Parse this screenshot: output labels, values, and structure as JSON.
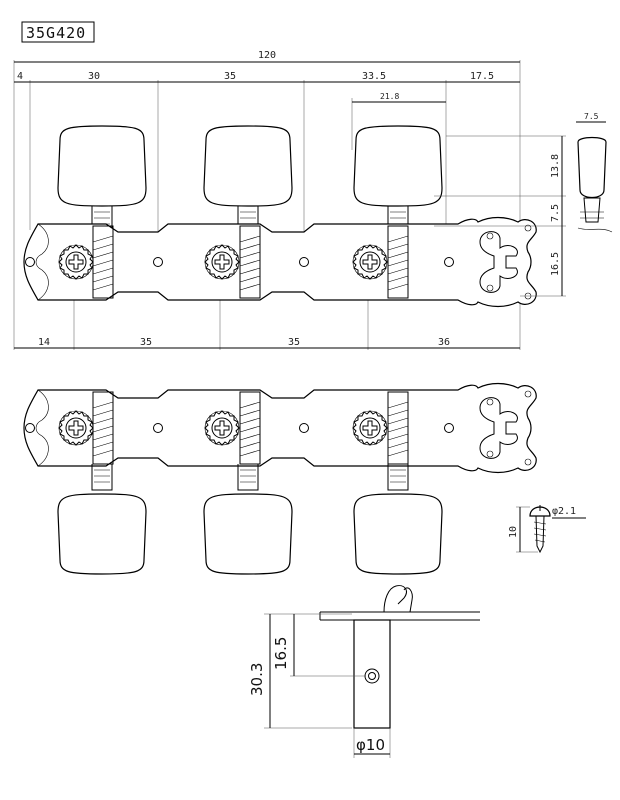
{
  "model_label": "35G420",
  "plan_view": {
    "overall": "120",
    "top_segments": [
      "4",
      "30",
      "35",
      "33.5",
      "17.5"
    ],
    "post_spacing_top": "21.8",
    "side_view_width": "7.5",
    "right_dims": [
      "13.8",
      "7.5",
      "16.5"
    ],
    "bottom_segments": [
      "14",
      "35",
      "35",
      "36"
    ]
  },
  "screw": {
    "diameter": "φ2.1",
    "length": "10"
  },
  "section_view": {
    "height_total": "30.3",
    "height_hole": "16.5",
    "diameter": "φ10"
  }
}
